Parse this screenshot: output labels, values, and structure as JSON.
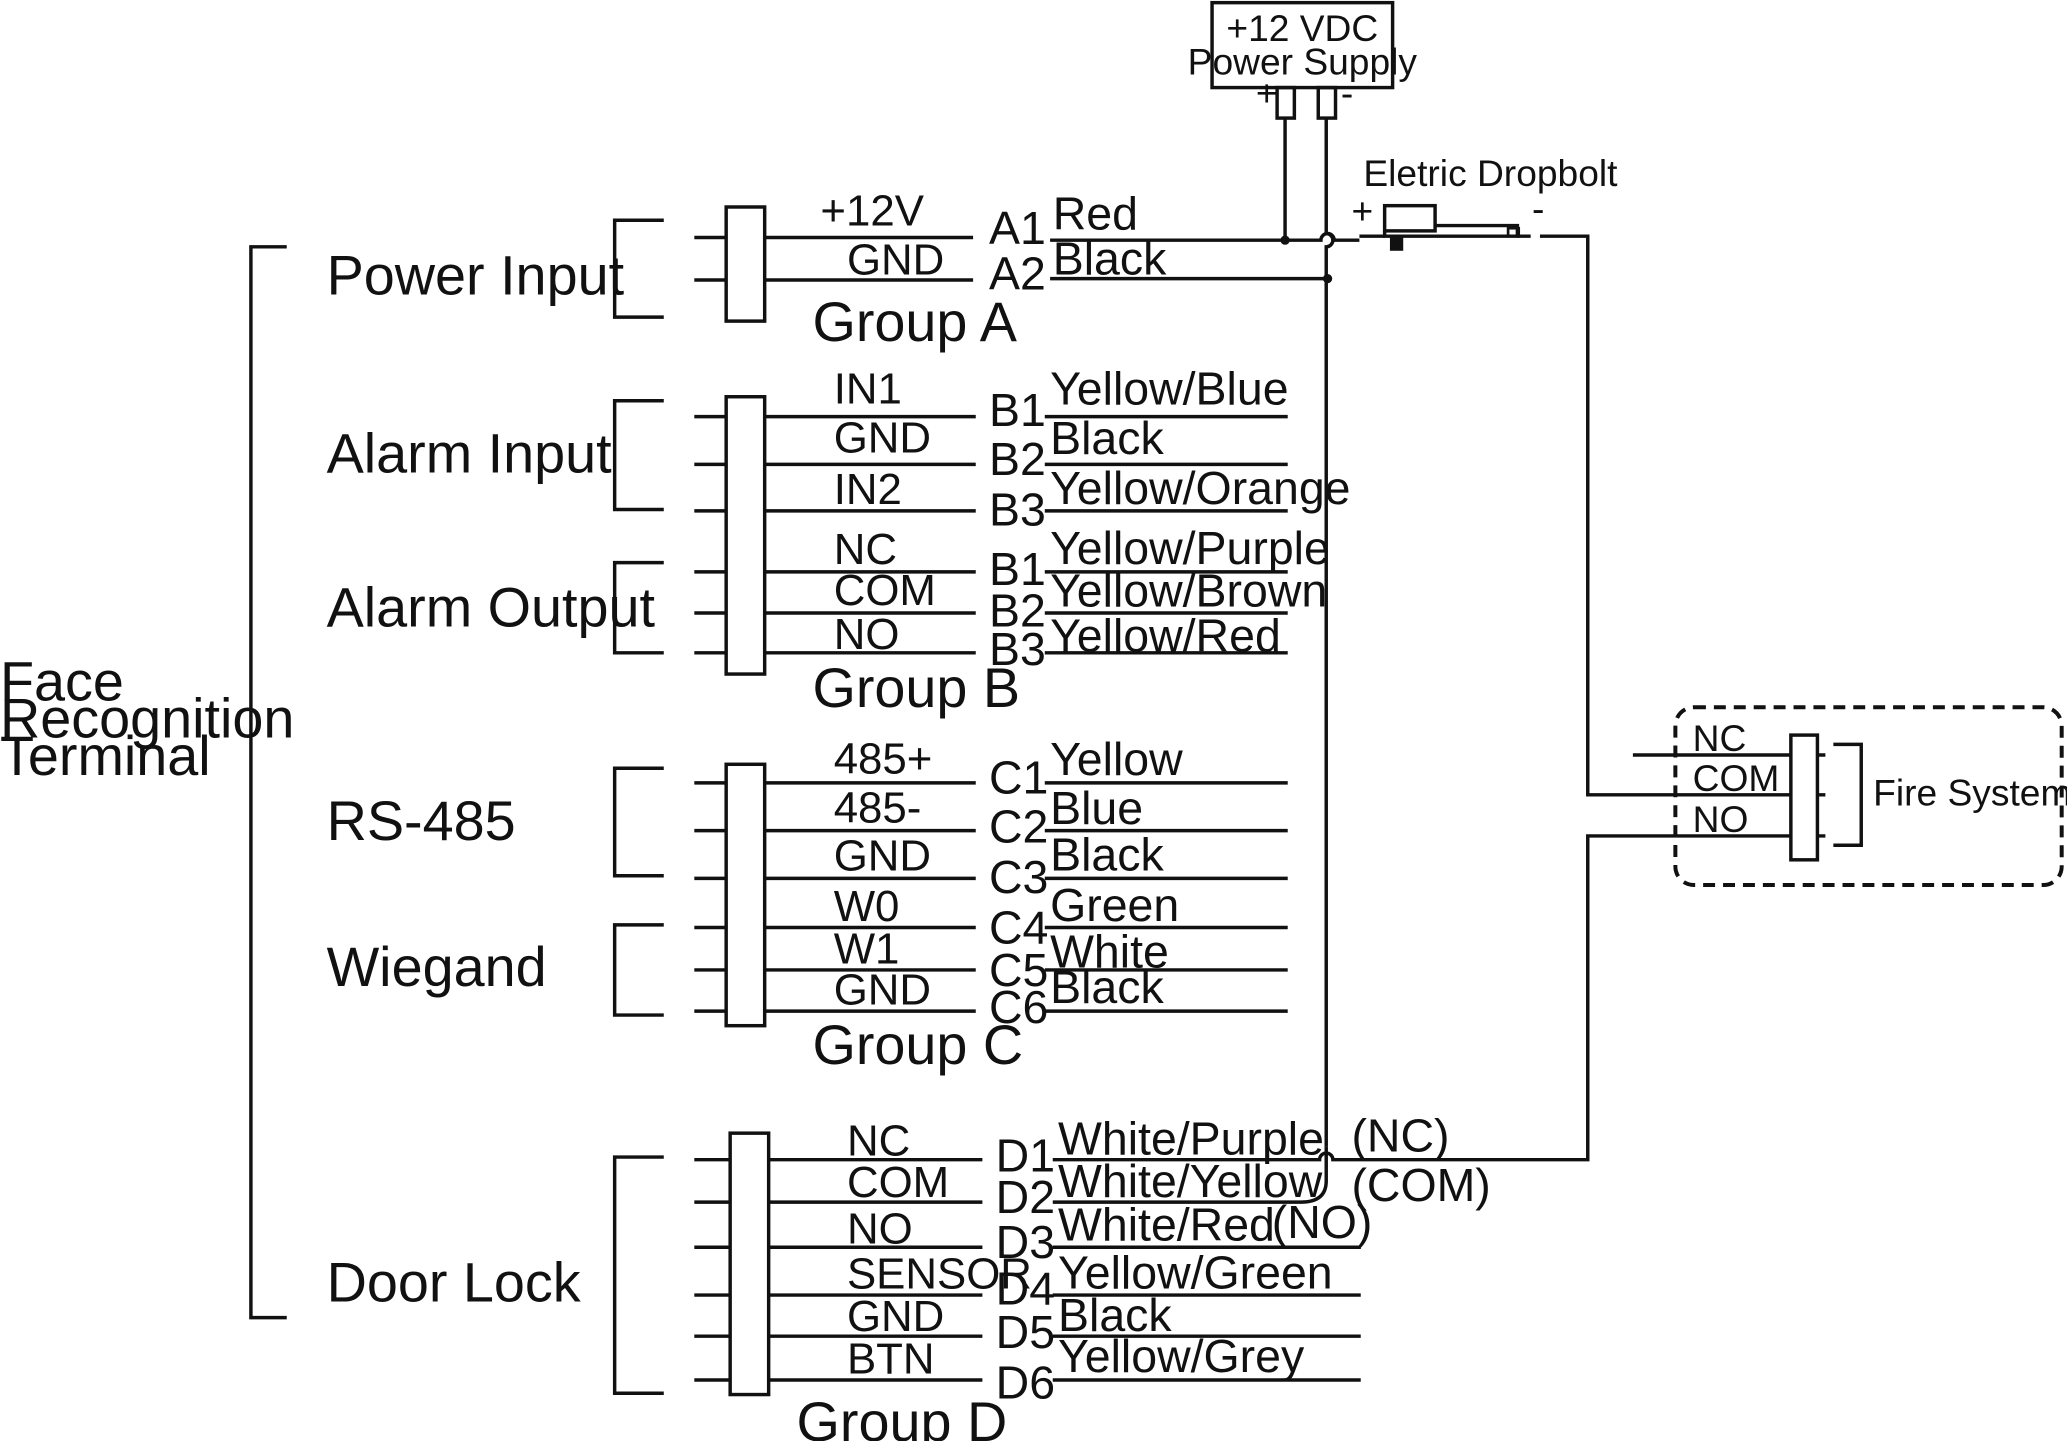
{
  "device": {
    "label_lines": [
      "Face",
      "Recognition",
      "Terminal"
    ]
  },
  "power_supply": {
    "line1": "+12 VDC",
    "line2": "Power Supply",
    "plus": "+",
    "minus": "-"
  },
  "dropbolt": {
    "label": "Eletric Dropbolt",
    "plus": "+",
    "minus": "-"
  },
  "fire_system": {
    "label": "Fire System",
    "nc": "NC",
    "com": "COM",
    "no": "NO"
  },
  "annotations": {
    "nc": "(NC)",
    "com": "(COM)",
    "no": "(NO)"
  },
  "sections": [
    "Power Input",
    "Alarm Input",
    "Alarm Output",
    "RS-485",
    "Wiegand",
    "Door Lock"
  ],
  "groups": [
    {
      "name": "Group A",
      "pins": [
        {
          "signal": "+12V",
          "id": "A1",
          "wire": "Red"
        },
        {
          "signal": "GND",
          "id": "A2",
          "wire": "Black"
        }
      ]
    },
    {
      "name": "Group B",
      "pins": [
        {
          "signal": "IN1",
          "id": "B1",
          "wire": "Yellow/Blue"
        },
        {
          "signal": "GND",
          "id": "B2",
          "wire": "Black"
        },
        {
          "signal": "IN2",
          "id": "B3",
          "wire": "Yellow/Orange"
        },
        {
          "signal": "NC",
          "id": "B1",
          "wire": "Yellow/Purple"
        },
        {
          "signal": "COM",
          "id": "B2",
          "wire": "Yellow/Brown"
        },
        {
          "signal": "NO",
          "id": "B3",
          "wire": "Yellow/Red"
        }
      ]
    },
    {
      "name": "Group C",
      "pins": [
        {
          "signal": "485+",
          "id": "C1",
          "wire": "Yellow"
        },
        {
          "signal": "485-",
          "id": "C2",
          "wire": "Blue"
        },
        {
          "signal": "GND",
          "id": "C3",
          "wire": "Black"
        },
        {
          "signal": "W0",
          "id": "C4",
          "wire": "Green"
        },
        {
          "signal": "W1",
          "id": "C5",
          "wire": "White"
        },
        {
          "signal": "GND",
          "id": "C6",
          "wire": "Black"
        }
      ]
    },
    {
      "name": "Group D",
      "pins": [
        {
          "signal": "NC",
          "id": "D1",
          "wire": "White/Purple"
        },
        {
          "signal": "COM",
          "id": "D2",
          "wire": "White/Yellow"
        },
        {
          "signal": "NO",
          "id": "D3",
          "wire": "White/Red"
        },
        {
          "signal": "SENSOR",
          "id": "D4",
          "wire": "Yellow/Green"
        },
        {
          "signal": "GND",
          "id": "D5",
          "wire": "Black"
        },
        {
          "signal": "BTN",
          "id": "D6",
          "wire": "Yellow/Grey"
        }
      ]
    }
  ]
}
